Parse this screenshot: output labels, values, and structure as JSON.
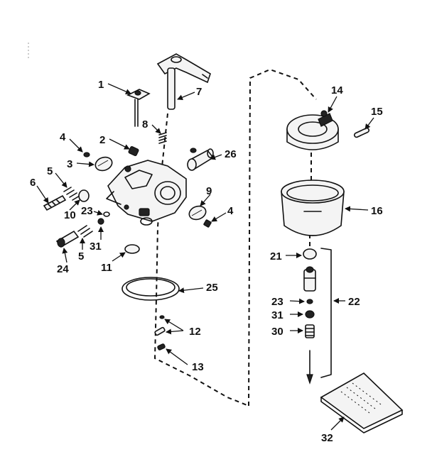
{
  "diagram": {
    "callouts": [
      {
        "id": "c1",
        "text": "1"
      },
      {
        "id": "c7",
        "text": "7"
      },
      {
        "id": "c8",
        "text": "8"
      },
      {
        "id": "c2",
        "text": "2"
      },
      {
        "id": "c4a",
        "text": "4"
      },
      {
        "id": "c3",
        "text": "3"
      },
      {
        "id": "c26",
        "text": "26"
      },
      {
        "id": "c5a",
        "text": "5"
      },
      {
        "id": "c6",
        "text": "6"
      },
      {
        "id": "c10",
        "text": "10"
      },
      {
        "id": "c23a",
        "text": "23"
      },
      {
        "id": "c9",
        "text": "9"
      },
      {
        "id": "c4b",
        "text": "4"
      },
      {
        "id": "c31a",
        "text": "31"
      },
      {
        "id": "c5b",
        "text": "5"
      },
      {
        "id": "c24",
        "text": "24"
      },
      {
        "id": "c11",
        "text": "11"
      },
      {
        "id": "c25",
        "text": "25"
      },
      {
        "id": "c12",
        "text": "12"
      },
      {
        "id": "c13",
        "text": "13"
      },
      {
        "id": "c14",
        "text": "14"
      },
      {
        "id": "c15",
        "text": "15"
      },
      {
        "id": "c16",
        "text": "16"
      },
      {
        "id": "c21",
        "text": "21"
      },
      {
        "id": "c22",
        "text": "22"
      },
      {
        "id": "c23b",
        "text": "23"
      },
      {
        "id": "c31b",
        "text": "31"
      },
      {
        "id": "c30",
        "text": "30"
      },
      {
        "id": "c32",
        "text": "32"
      }
    ]
  }
}
